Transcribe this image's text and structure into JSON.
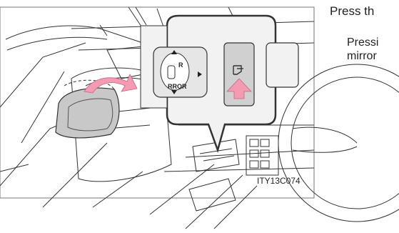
{
  "instruction": {
    "heading": "Press th",
    "text_line1": "Pressi",
    "text_line2": "mirror"
  },
  "illustration": {
    "figure_code": "ITY13C074",
    "switch_label_top": "R",
    "switch_label_bottom": "RROR",
    "icon": "mirror-retract-icon",
    "colors": {
      "callout_bg": "#f2f2f2",
      "button_fill": "#d0d0d0",
      "arrow_fill": "#f29bb3",
      "line": "#333333"
    }
  }
}
